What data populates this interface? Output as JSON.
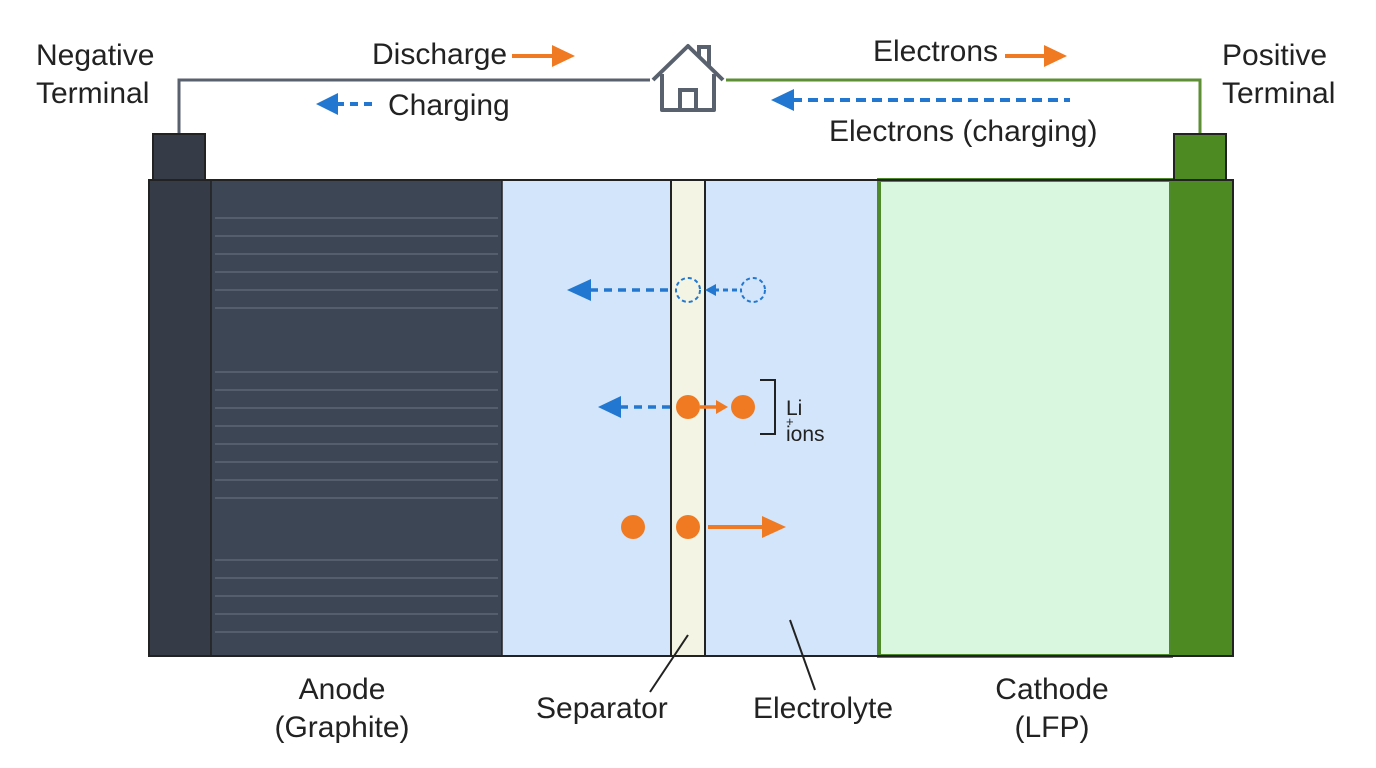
{
  "labels": {
    "negative_terminal": [
      "Negative",
      "Terminal"
    ],
    "positive_terminal": [
      "Positive",
      "Terminal"
    ],
    "discharge": "Discharge",
    "charging": "Charging",
    "electrons": "Electrons",
    "electrons_charging": "Electrons (charging)",
    "anode": [
      "Anode",
      "(Graphite)"
    ],
    "separator": "Separator",
    "electrolyte": "Electrolyte",
    "cathode": [
      "Cathode",
      "(LFP)"
    ],
    "li_ions_base": "Li",
    "li_ions_sup": "+",
    "li_ions_suffix": " ions"
  },
  "icons": {
    "load": "house-icon"
  },
  "colors": {
    "anode": "#3d4654",
    "anode_collector": "#353c48",
    "electrolyte": "#d2e5fa",
    "separator": "#f3f4e3",
    "cathode_fill": "#d9f7df",
    "cathode_border": "#4f8a2a",
    "cathode_collector": "#4e8a22",
    "negative_wire": "#58616d",
    "positive_wire": "#5d8f34",
    "discharge_arrow": "#f07a22",
    "charging_arrow": "#2278d0",
    "ion": "#f07a22",
    "outline": "#222222"
  }
}
